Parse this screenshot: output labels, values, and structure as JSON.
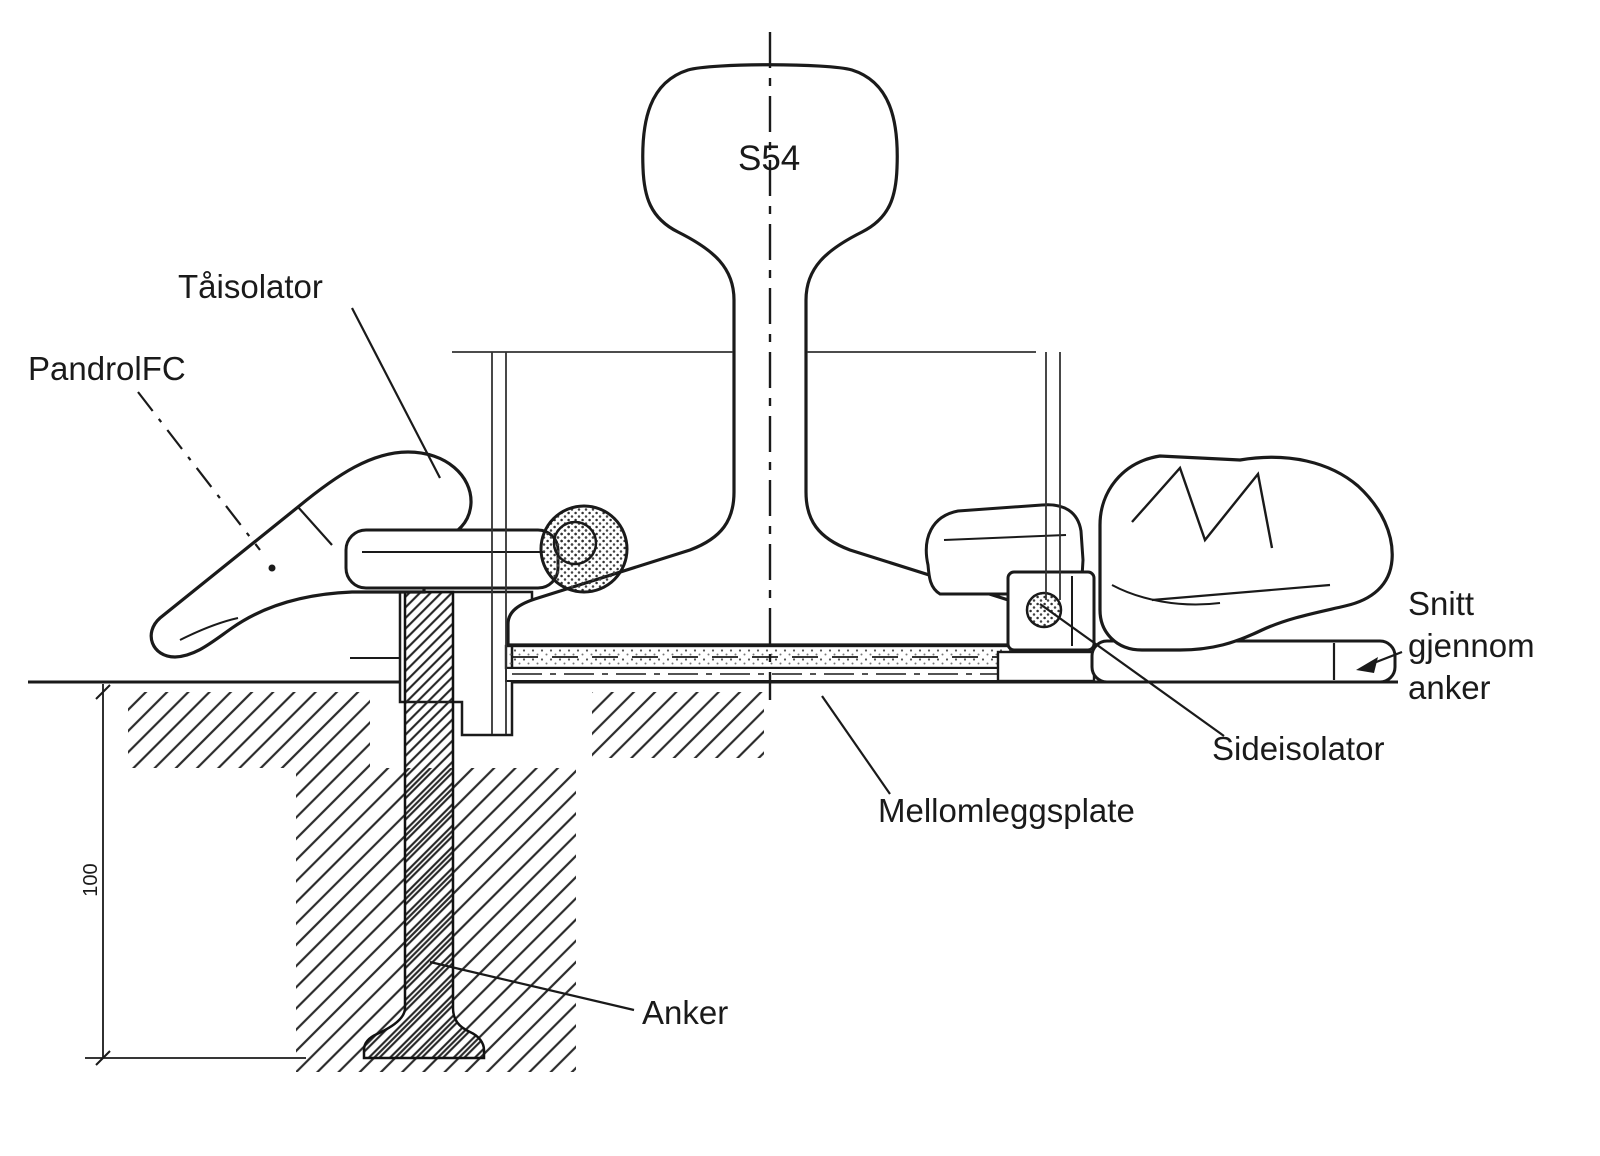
{
  "diagram": {
    "labels": {
      "rail_profile": "S54",
      "toe_insulator": "Tåisolator",
      "clip": "PandrolFC",
      "section_note_line1": "Snitt",
      "section_note_line2": "gjennom",
      "section_note_line3": "anker",
      "side_insulator": "Sideisolator",
      "intermediate_plate": "Mellomleggsplate",
      "anchor": "Anker",
      "dimension_height": "100"
    },
    "colors": {
      "ink": "#1a1a1a",
      "background": "#ffffff"
    }
  }
}
